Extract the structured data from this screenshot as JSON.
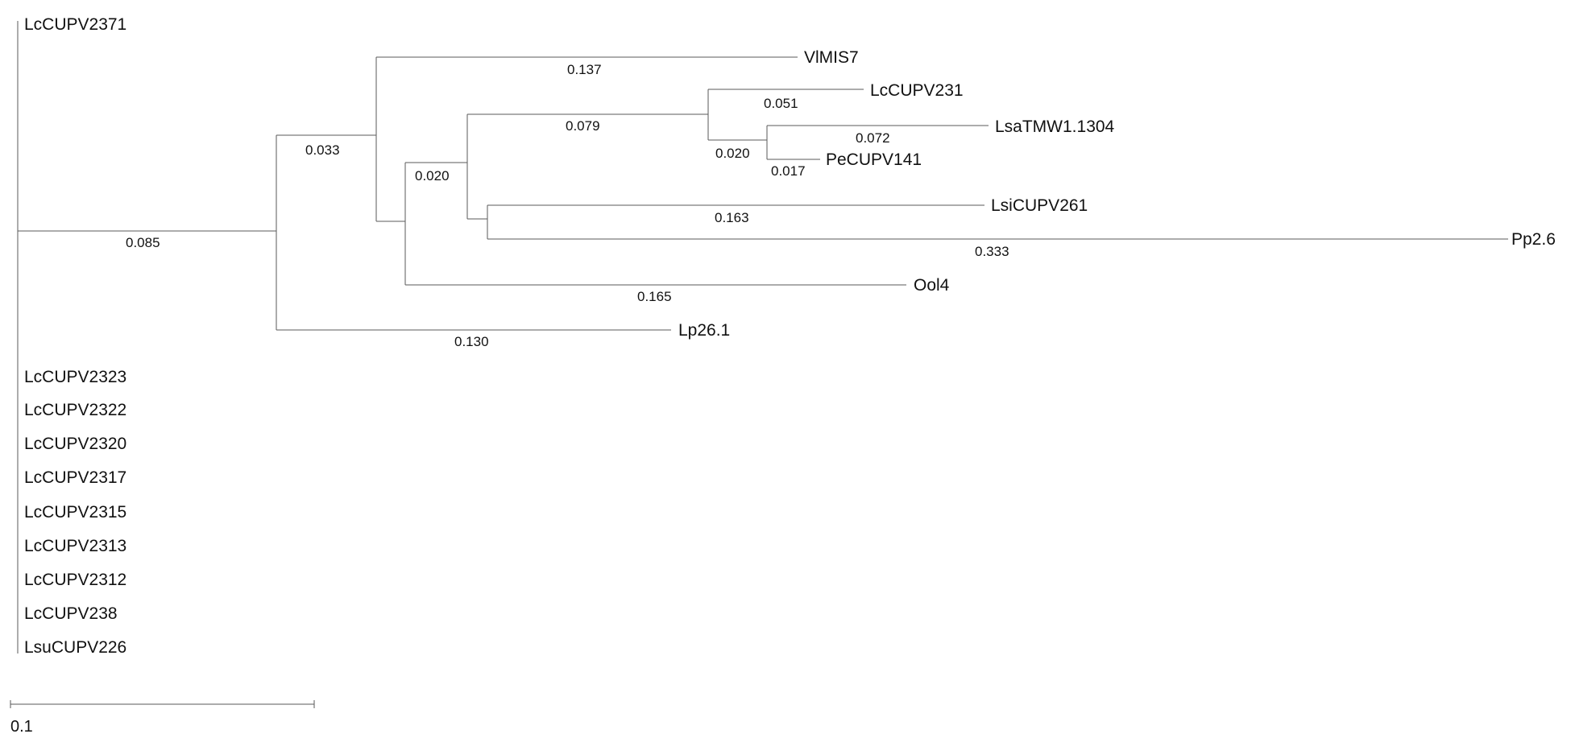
{
  "tree": {
    "leaves": [
      "LcCUPV2371",
      "VlMIS7",
      "LcCUPV231",
      "LsaTMW1.1304",
      "PeCUPV141",
      "LsiCUPV261",
      "Pp2.6",
      "Ool4",
      "Lp26.1",
      "LcCUPV2323",
      "LcCUPV2322",
      "LcCUPV2320",
      "LcCUPV2317",
      "LcCUPV2315",
      "LcCUPV2313",
      "LcCUPV2312",
      "LcCUPV238",
      "LsuCUPV226"
    ],
    "branch_lengths": {
      "root_to_clade": "0.085",
      "to_upper_clade": "0.033",
      "to_inner_clade": "0.020",
      "VlMIS7": "0.137",
      "LcCUPV231_group": "0.079",
      "LcCUPV231": "0.051",
      "LsaTMW_Pe_group": "0.020",
      "LsaTMW1.1304": "0.072",
      "PeCUPV141": "0.017",
      "LsiCUPV261": "0.163",
      "Pp2.6": "0.333",
      "Ool4": "0.165",
      "Lp26.1": "0.130"
    },
    "scale_bar": {
      "label": "0.1",
      "value": 0.1
    }
  }
}
